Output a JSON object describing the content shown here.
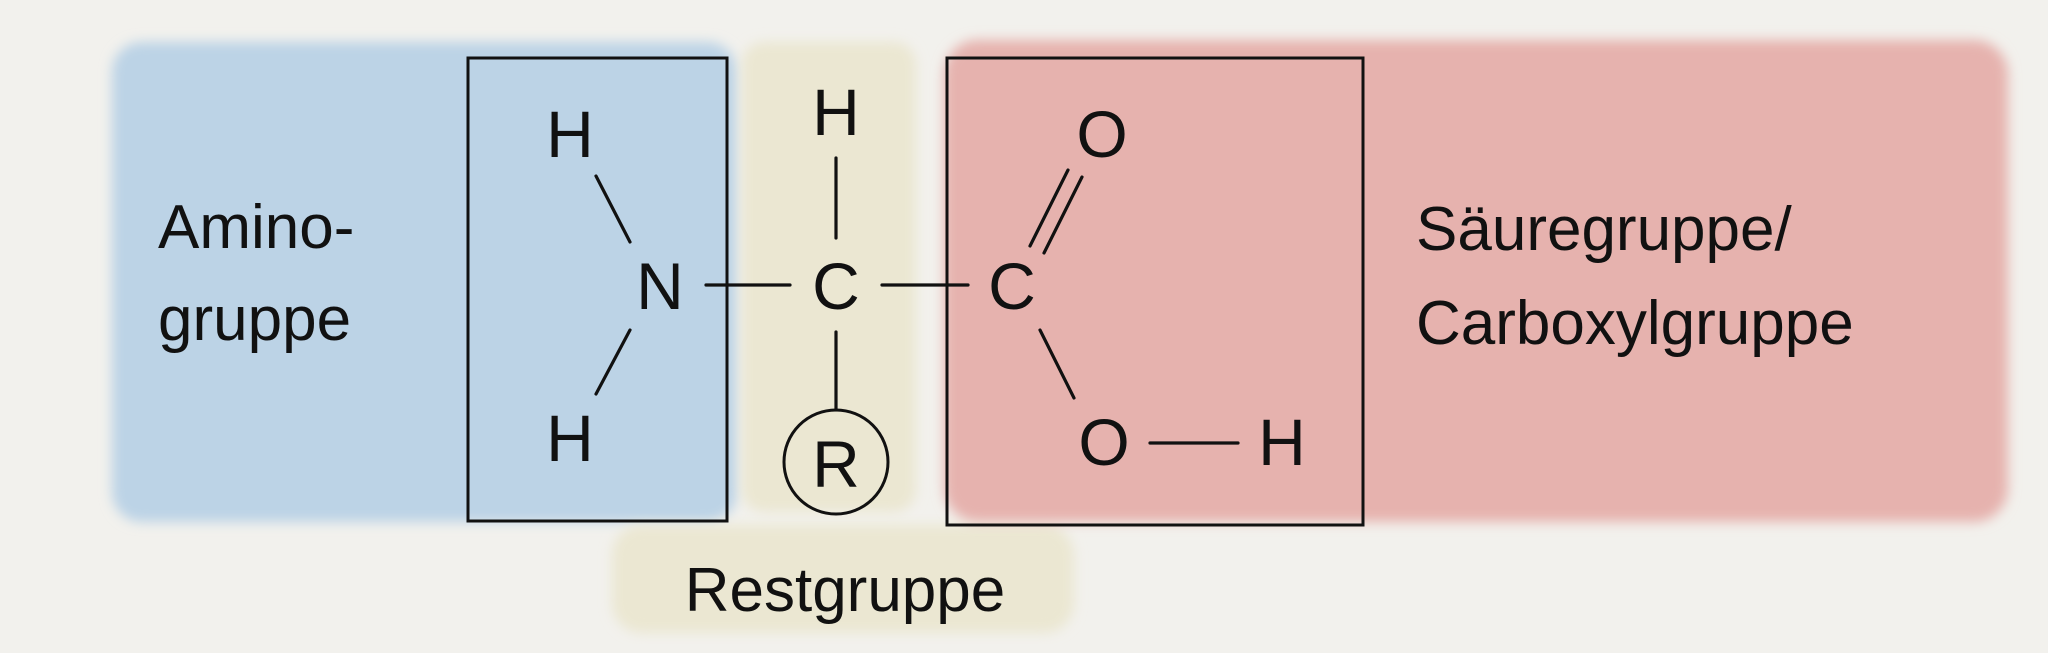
{
  "colors": {
    "background": "#f2f1ed",
    "amino_highlight": "#bcd3e6",
    "rest_highlight": "#ebe7d2",
    "acid_highlight": "#e6b2ae",
    "ink": "#111111"
  },
  "labels": {
    "amino_line1": "Amino-",
    "amino_line2": "gruppe",
    "acid_line1": "Säuregruppe/",
    "acid_line2": "Carboxylgruppe",
    "rest": "Restgruppe"
  },
  "atoms": {
    "h_top_left": "H",
    "h_bottom_left": "H",
    "nitrogen": "N",
    "h_top_center": "H",
    "alpha_carbon": "C",
    "residue": "R",
    "carboxyl_carbon": "C",
    "oxygen_double": "O",
    "oxygen_hydroxyl": "O",
    "h_hydroxyl": "H"
  }
}
